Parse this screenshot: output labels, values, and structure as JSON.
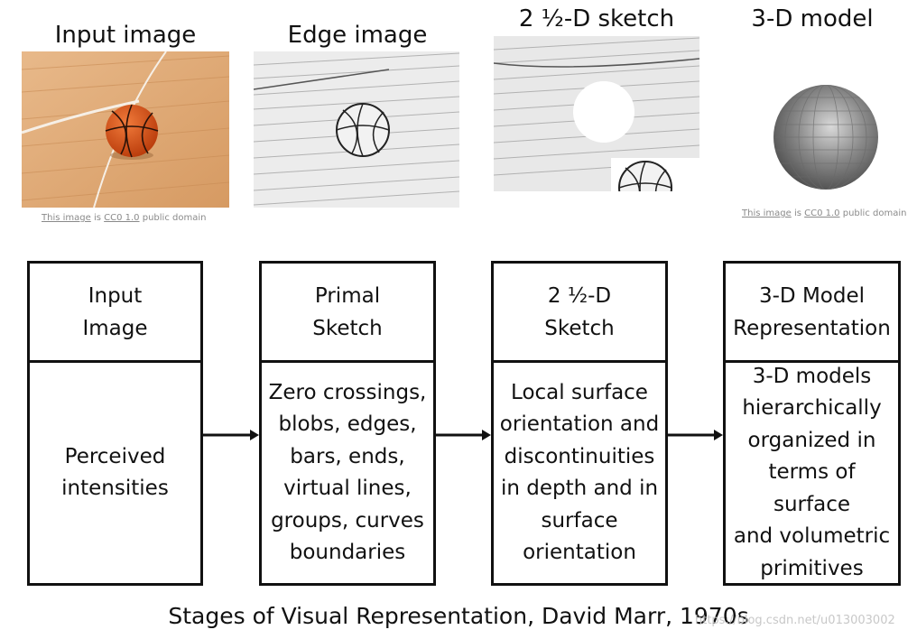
{
  "images": [
    {
      "title": "Input image",
      "icon": "basketball-photo-icon",
      "credit": {
        "link1": "This image",
        "mid": " is ",
        "link2": "CC0 1.0",
        "tail": " public domain"
      }
    },
    {
      "title": "Edge image",
      "icon": "basketball-edge-icon"
    },
    {
      "title": "2 ½-D sketch",
      "icon": "basketball-sketch-icon"
    },
    {
      "title": "3-D model",
      "icon": "sphere-model-icon",
      "credit": {
        "link1": "This image",
        "mid": " is ",
        "link2": "CC0 1.0",
        "tail": " public domain"
      }
    }
  ],
  "stages": [
    {
      "head": "Input\nImage",
      "body": "Perceived\nintensities"
    },
    {
      "head": "Primal\nSketch",
      "body": "Zero crossings,\nblobs, edges,\nbars, ends,\nvirtual lines,\ngroups, curves\nboundaries"
    },
    {
      "head": "2 ½-D\nSketch",
      "body": "Local surface\norientation and\ndiscontinuities\nin depth and in\nsurface\norientation"
    },
    {
      "head": "3-D Model\nRepresentation",
      "body": "3-D models\nhierarchically\norganized in\nterms of surface\nand volumetric\nprimitives"
    }
  ],
  "caption": "Stages of Visual Representation, David Marr, 1970s",
  "watermark": "https://blog.csdn.net/u013003002",
  "colors": {
    "wood": "#d9a06a",
    "ball": "#e0561c",
    "line": "#111111",
    "sphere": "#7a7a7a"
  }
}
